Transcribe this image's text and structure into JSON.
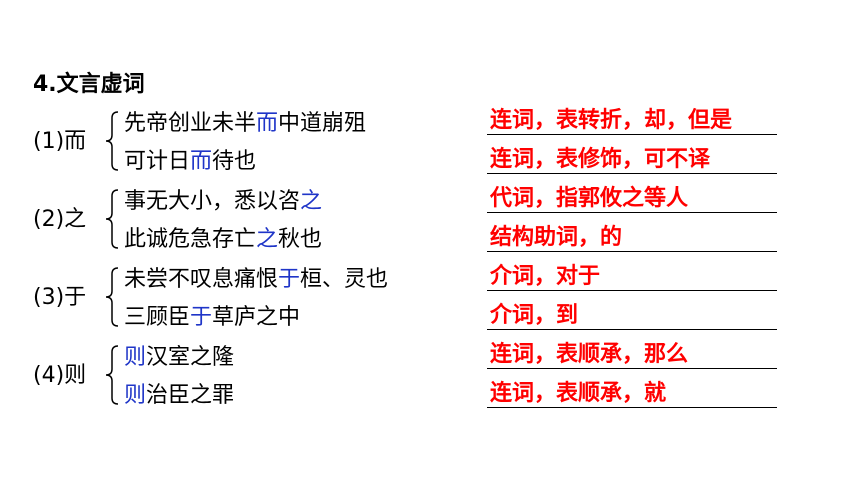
{
  "title": "4.文言虚词",
  "colors": {
    "keyword": "#1f35c8",
    "answer": "#ff0000",
    "text": "#000000"
  },
  "groups": [
    {
      "label": "(1)而",
      "items": [
        {
          "before": "先帝创业未半",
          "kw": "而",
          "after": "中道崩殂",
          "answer": "连词，表转折，却，但是"
        },
        {
          "before": "可计日",
          "kw": "而",
          "after": "待也",
          "answer": "连词，表修饰，可不译"
        }
      ]
    },
    {
      "label": "(2)之",
      "items": [
        {
          "before": "事无大小，悉以咨",
          "kw": "之",
          "after": "",
          "answer": "代词，指郭攸之等人"
        },
        {
          "before": "此诚危急存亡",
          "kw": "之",
          "after": "秋也",
          "answer": "结构助词，的"
        }
      ]
    },
    {
      "label": "(3)于",
      "items": [
        {
          "before": "未尝不叹息痛恨",
          "kw": "于",
          "after": "桓、灵也",
          "answer": "介词，对于"
        },
        {
          "before": "三顾臣",
          "kw": "于",
          "after": "草庐之中",
          "answer": "介词，到"
        }
      ]
    },
    {
      "label": "(4)则",
      "items": [
        {
          "before": "",
          "kw": "则",
          "after": "汉室之隆",
          "answer": "连词，表顺承，那么"
        },
        {
          "before": "",
          "kw": "则",
          "after": "治臣之罪",
          "answer": "连词，表顺承，就"
        }
      ]
    }
  ]
}
